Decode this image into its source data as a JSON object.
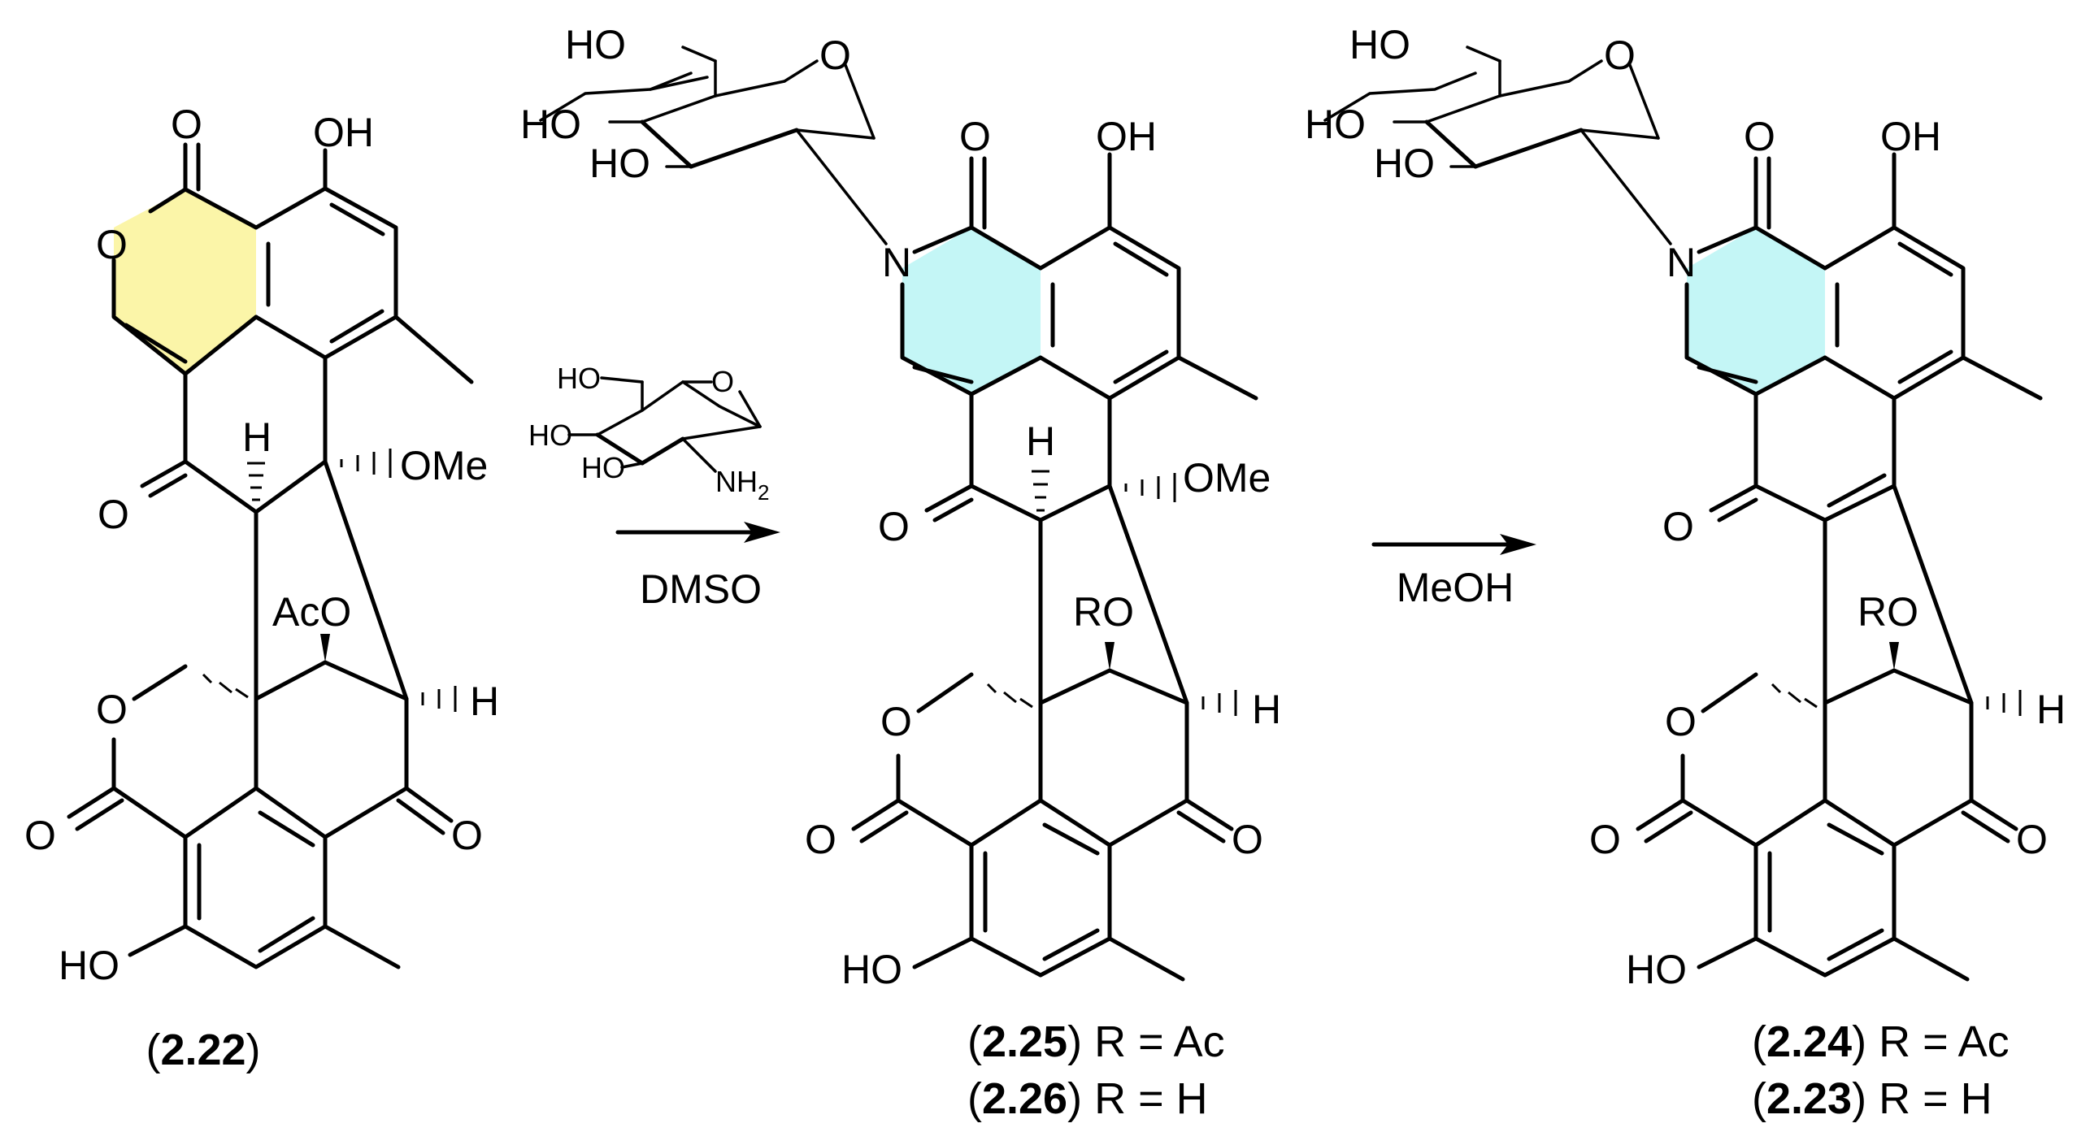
{
  "colors": {
    "ring_pyranone": "#fbf5a8",
    "ring_pyridone": "#c4f6f6",
    "line": "#000000"
  },
  "atoms": {
    "O": "O",
    "OH": "OH",
    "HO": "HO",
    "H": "H",
    "N": "N",
    "OMe": "OMe",
    "AcO": "AcO",
    "RO": "RO",
    "NH": "NH",
    "sub2": "2"
  },
  "reagents": {
    "step1_solvent": "DMSO",
    "step2_solvent": "MeOH"
  },
  "compounds": {
    "c222": {
      "open": "(",
      "id": "2.22",
      "close": ")"
    },
    "c225": {
      "open": "(",
      "id": "2.25",
      "close": ")",
      "r": " R = Ac"
    },
    "c226": {
      "open": "(",
      "id": "2.26",
      "close": ")",
      "r": " R = H"
    },
    "c224": {
      "open": "(",
      "id": "2.24",
      "close": ")",
      "r": " R = Ac"
    },
    "c223": {
      "open": "(",
      "id": "2.23",
      "close": ")",
      "r": " R = H"
    }
  }
}
